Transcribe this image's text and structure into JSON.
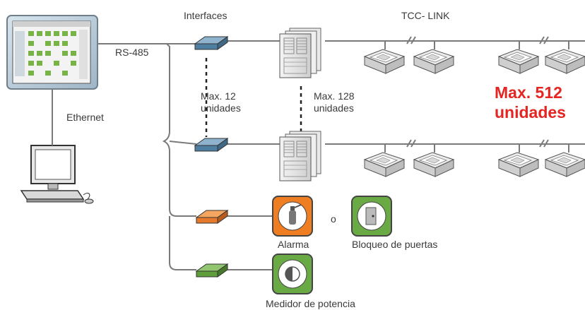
{
  "labels": {
    "interfaces": "Interfaces",
    "tcc_link": "TCC- LINK",
    "rs485": "RS-485",
    "ethernet": "Ethernet",
    "max12_line1": "Max. 12",
    "max12_line2": "unidades",
    "max128_line1": "Max. 128",
    "max128_line2": "unidades",
    "max512_line1": "Max. 512",
    "max512_line2": "unidades",
    "alarma": "Alarma",
    "or_word": "o",
    "bloqueo": "Bloqueo de puertas",
    "medidor": "Medidor de potencia"
  },
  "colors": {
    "line": "#7a7a7a",
    "interface_blue": "#4f7fa0",
    "interface_orange": "#e57a2d",
    "interface_green": "#5f9e3a",
    "alarm_orange": "#ef7d22",
    "green_icon": "#6aaa45",
    "highlight_red": "#e42521"
  },
  "icons": [
    "touch-panel-icon",
    "desktop-computer-icon",
    "outdoor-unit-icon",
    "cassette-unit-icon",
    "alarm-extinguisher-icon",
    "door-lock-icon",
    "power-meter-icon"
  ]
}
